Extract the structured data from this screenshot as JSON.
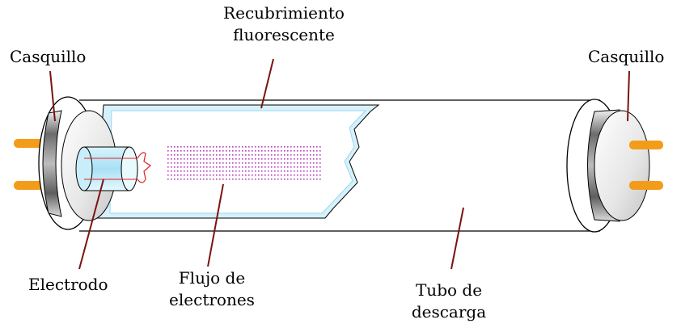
{
  "labels": {
    "casquillo_left": "Casquillo",
    "casquillo_right": "Casquillo",
    "recubrimiento_line1": "Recubrimiento",
    "recubrimiento_line2": "fluorescente",
    "electrodo": "Electrodo",
    "flujo_line1": "Flujo de",
    "flujo_line2": "electrones",
    "tubo_line1": "Tubo de",
    "tubo_line2": "descarga"
  },
  "colors": {
    "pin": "#f39c1a",
    "coating": "#cfeefb",
    "electron_dots": "#b83bb8",
    "leader": "#7a1410",
    "outline": "#000000",
    "cap_gray": "#8d8d8d"
  }
}
